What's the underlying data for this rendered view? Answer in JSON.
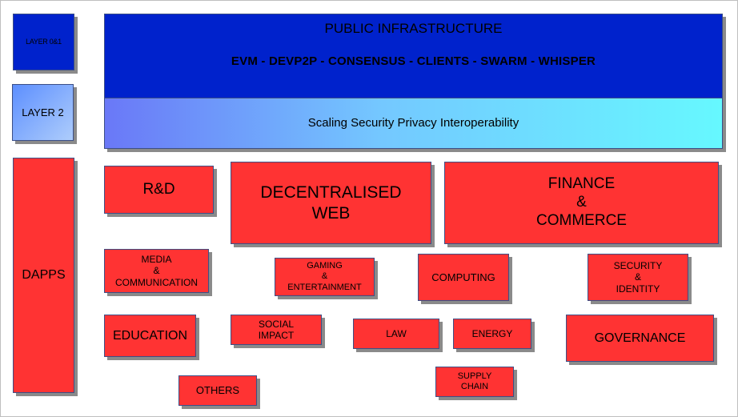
{
  "layers": {
    "layer01": "LAYER 0&1",
    "layer2": "LAYER 2",
    "dapps": "DAPPS"
  },
  "public_infrastructure": {
    "title": "PUBLIC INFRASTRUCTURE",
    "components": "EVM - DEVP2P - CONSENSUS - CLIENTS - SWARM - WHISPER"
  },
  "layer2_band": "Scaling  Security Privacy  Interoperability",
  "categories": {
    "rd": "R&D",
    "web": "DECENTRALISED\nWEB",
    "finance": "FINANCE\n&\nCOMMERCE",
    "media": "MEDIA\n&\nCOMMUNICATION",
    "gaming": "GAMING\n&\nENTERTAINMENT",
    "computing": "COMPUTING",
    "security": "SECURITY\n&\nIDENTITY",
    "education": "EDUCATION",
    "social": "SOCIAL\nIMPACT",
    "law": "LAW",
    "energy": "ENERGY",
    "governance": "GOVERNANCE",
    "others": "OTHERS",
    "supply": "SUPPLY\nCHAIN"
  },
  "colors": {
    "infrastructure": "#0022cc",
    "dapp": "#ff3333",
    "layer2_gradient_start": "#6a78f7",
    "layer2_gradient_end": "#66f8ff"
  }
}
